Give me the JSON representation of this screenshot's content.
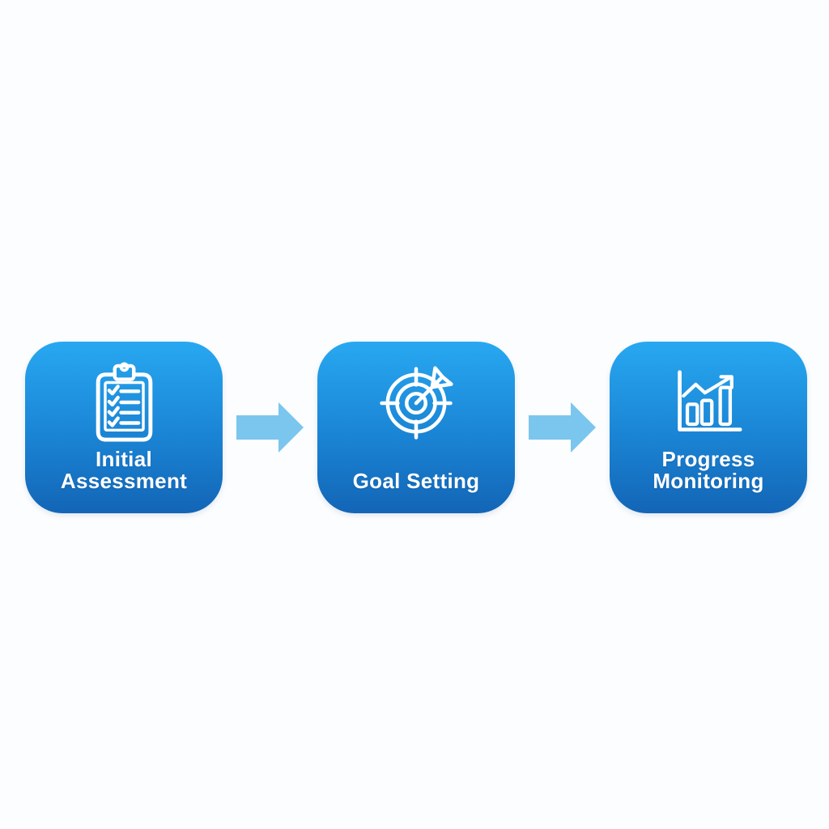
{
  "diagram": {
    "type": "process-flow",
    "orientation": "horizontal",
    "steps": [
      {
        "id": "initial-assessment",
        "label": "Initial Assessment",
        "icon": "clipboard-checklist-icon"
      },
      {
        "id": "goal-setting",
        "label": "Goal Setting",
        "icon": "target-dart-icon"
      },
      {
        "id": "progress-monitoring",
        "label": "Progress Monitoring",
        "icon": "bar-chart-growth-icon"
      }
    ],
    "connectors": [
      {
        "type": "arrow-right",
        "from": "initial-assessment",
        "to": "goal-setting"
      },
      {
        "type": "arrow-right",
        "from": "goal-setting",
        "to": "progress-monitoring"
      }
    ],
    "colors": {
      "background": "#fcfdfe",
      "card_gradient_top": "#28a8f1",
      "card_gradient_mid": "#1b86d6",
      "card_gradient_bottom": "#1365b6",
      "arrow": "#7ac6ee",
      "icon_stroke": "#ffffff",
      "label_text": "#ffffff"
    }
  }
}
